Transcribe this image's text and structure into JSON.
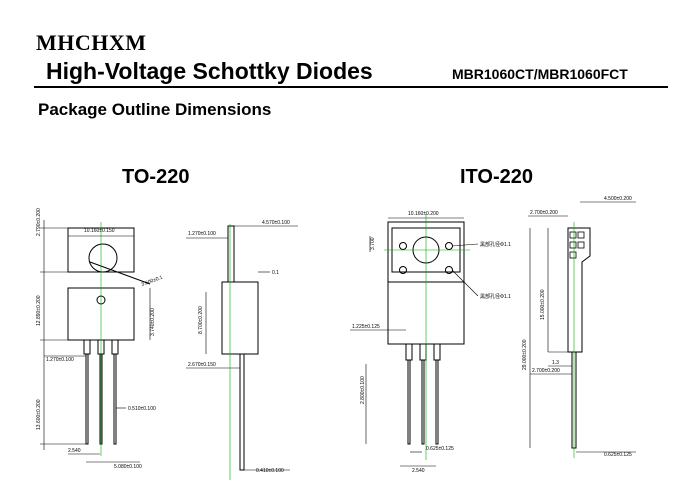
{
  "header": {
    "brand": "MHCHXM",
    "title": "High-Voltage Schottky Diodes",
    "part_number": "MBR1060CT/MBR1060FCT"
  },
  "section_title": "Package Outline Dimensions",
  "packages": [
    {
      "name": "TO-220",
      "dimensions": {
        "top_width": "10.160±0.150",
        "left_height_top": "2.790±0.200",
        "left_height_mid": "12.890±0.200",
        "left_height_bottom": "13.600±0.200",
        "hole": "3.600±0.1",
        "body_mid": "3.740±0.200",
        "pin_width": "1.270±0.100",
        "pin_thickness": "0.510±0.100",
        "pitch": "2.540",
        "span": "5.080±0.100",
        "side_top": "1.270±0.100",
        "side_width": "4.570±0.100",
        "tab_offset": "0.1",
        "side_body": "8.700±0.200",
        "side_lead": "2.670±0.150",
        "lead_thickness": "0.410±0.100"
      }
    },
    {
      "name": "ITO-220",
      "dimensions": {
        "top_width": "10.160±0.200",
        "hole_offset": "3.700",
        "pin_hole_1": "黑部孔径Φ1.1",
        "pin_hole_2": "黑部孔径Φ1.1",
        "pin_width": "1.225±0.125",
        "lead_length": "2.800±0.100",
        "pin_pitch_tol": "0.625±0.125",
        "pitch": "2.540",
        "side_top": "2.700±0.200",
        "side_width": "4.500±0.200",
        "side_body": "15.000±0.200",
        "side_total": "29.000±0.200",
        "side_step": "1.3",
        "side_lead": "2.700±0.200",
        "lead_thickness": "0.625±0.125"
      }
    }
  ]
}
